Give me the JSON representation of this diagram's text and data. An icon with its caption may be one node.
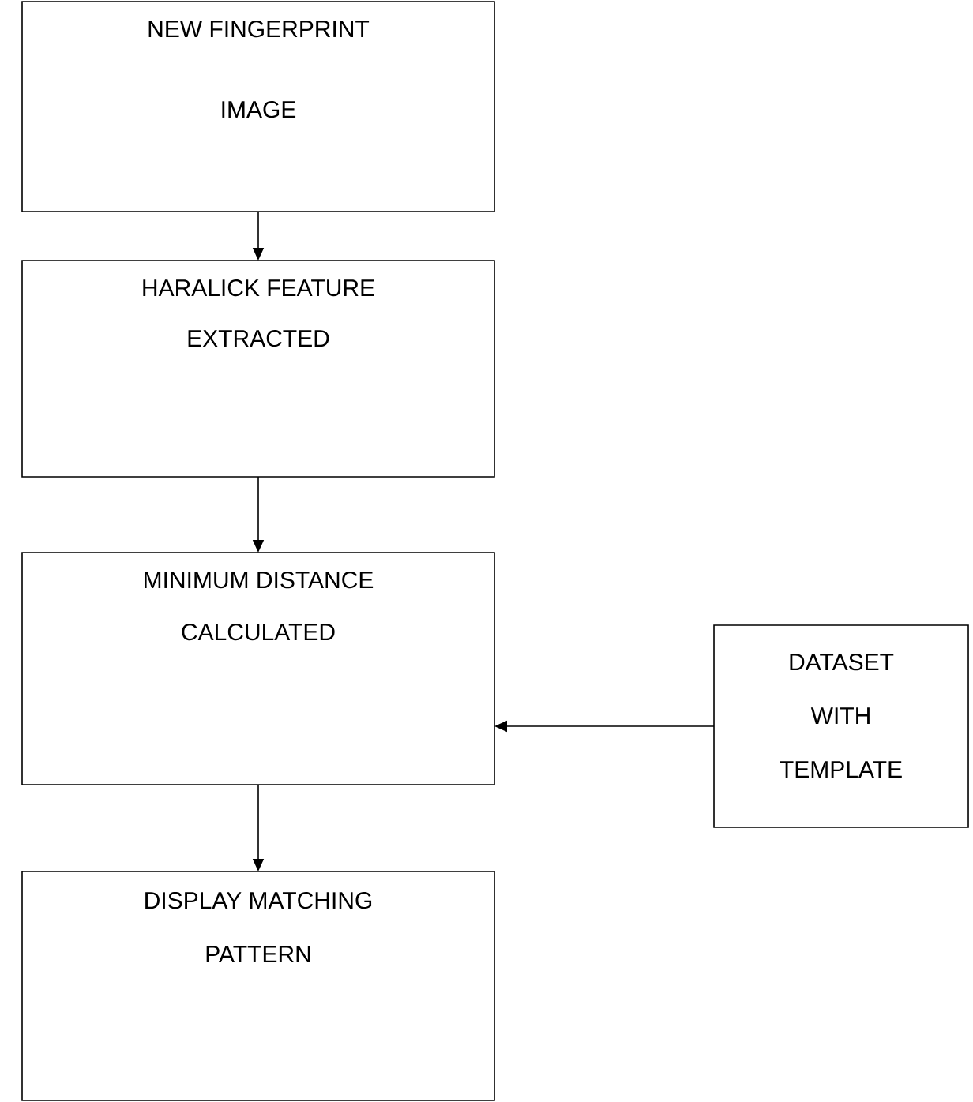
{
  "diagram": {
    "nodes": [
      {
        "text": [
          "NEW FINGERPRINT IMAGE"
        ]
      },
      {
        "text": [
          "HARALICK FEATURE EXTRACTED"
        ]
      },
      {
        "text": [
          "MINIMUM DISTANCE CALCULATED"
        ]
      },
      {
        "text": [
          "DATASET WITH TEMPLATE"
        ]
      },
      {
        "text": [
          "DISPLAY MATCHING PATTERN"
        ]
      }
    ],
    "edges": [
      {
        "from": 0,
        "to": 1,
        "arrow": "to"
      },
      {
        "from": 1,
        "to": 2,
        "arrow": "to"
      },
      {
        "from": 3,
        "to": 2,
        "arrow": "to"
      },
      {
        "from": 2,
        "to": 4,
        "arrow": "to"
      }
    ]
  }
}
